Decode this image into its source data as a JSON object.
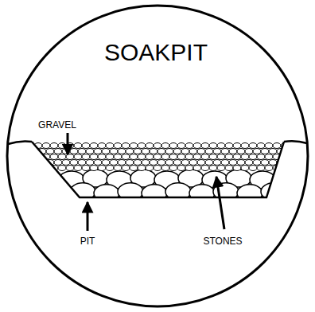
{
  "diagram": {
    "title": "SOAKPIT",
    "labels": [
      "GRAVEL",
      "STONES",
      "PIT"
    ]
  }
}
